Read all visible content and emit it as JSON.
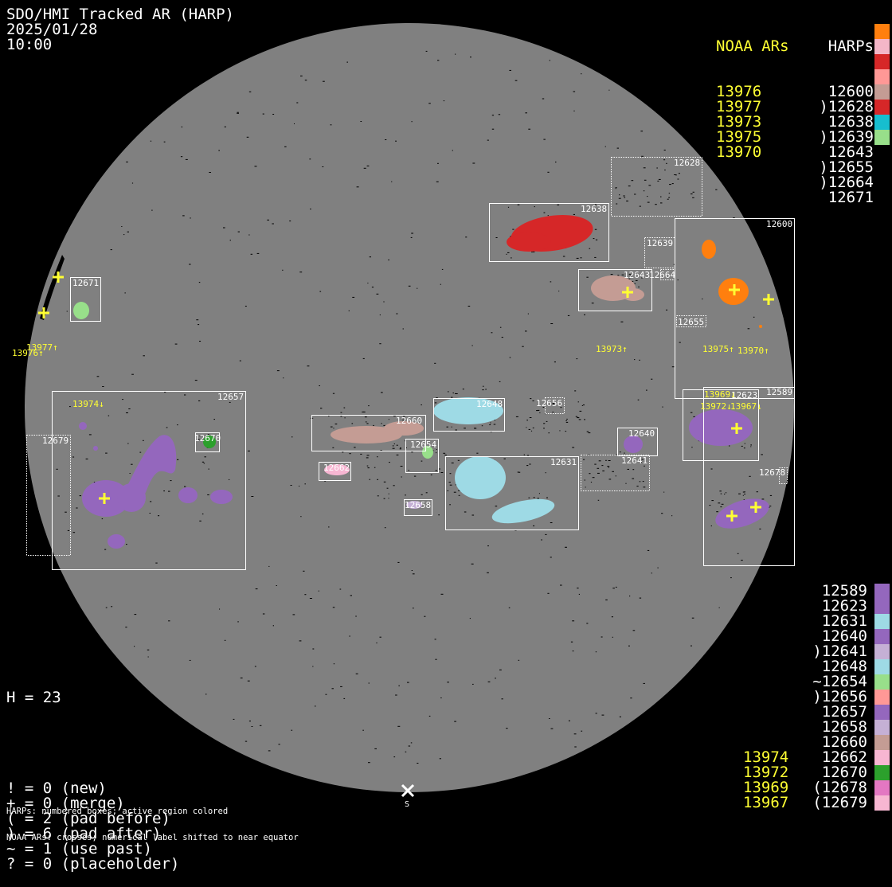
{
  "header": {
    "title": "SDO/HMI Tracked AR (HARP)",
    "date": "2025/01/28",
    "time": "10:00"
  },
  "legend_top": {
    "noaa_header": "NOAA ARs",
    "harp_header": "HARPs",
    "noaa": [
      "13976",
      "13977",
      "13973",
      "13975",
      "13970"
    ],
    "harps": [
      {
        "label": "12600",
        "color": "#ff7f0e"
      },
      {
        "label": ")12628",
        "color": "#f4b6c8"
      },
      {
        "label": "12638",
        "color": "#d62728"
      },
      {
        "label": ")12639",
        "color": "#ff9896"
      },
      {
        "label": "12643",
        "color": "#c49c94"
      },
      {
        "label": ")12655",
        "color": "#d62728"
      },
      {
        "label": ")12664",
        "color": "#17becf"
      },
      {
        "label": "12671",
        "color": "#98df8a"
      }
    ]
  },
  "legend_bottom": {
    "noaa": [
      "13974",
      "13972",
      "13969",
      "13967"
    ],
    "harps": [
      {
        "label": "12589",
        "color": "#9467bd"
      },
      {
        "label": "12623",
        "color": "#9467bd"
      },
      {
        "label": "12631",
        "color": "#9edae5"
      },
      {
        "label": "12640",
        "color": "#9467bd"
      },
      {
        "label": ")12641",
        "color": "#c5b0d5"
      },
      {
        "label": "12648",
        "color": "#9edae5"
      },
      {
        "label": "~12654",
        "color": "#98df8a"
      },
      {
        "label": ")12656",
        "color": "#ff9896"
      },
      {
        "label": "12657",
        "color": "#9467bd"
      },
      {
        "label": "12658",
        "color": "#c5b0d5"
      },
      {
        "label": "12660",
        "color": "#c49c94"
      },
      {
        "label": "12662",
        "color": "#f7b6d2"
      },
      {
        "label": "12670",
        "color": "#2ca02c"
      },
      {
        "label": "(12678",
        "color": "#e377c2"
      },
      {
        "label": "(12679",
        "color": "#f7b6d2"
      }
    ]
  },
  "stats": {
    "h": "H = 23",
    "lines": [
      "! = 0 (new)",
      "+ = 0 (merge)",
      "( = 2 (pad before)",
      ") = 6 (pad after)",
      "~ = 1 (use past)",
      "? = 0 (placeholder)"
    ]
  },
  "footer": {
    "line1": "HARPs: numbered boxes; active region colored",
    "line2": "NOAA ARs: crosses; numerical label shifted to near equator"
  },
  "south_marker": "S",
  "disk": {
    "harp_labels": {
      "b12628": "12628",
      "b12638": "12638",
      "b12600": "12600",
      "b12639": "12639",
      "b12643": "12643",
      "b12664": "12664",
      "b12655": "12655",
      "b12671": "12671",
      "b12657": "12657",
      "b12679": "12679",
      "b12670": "12670",
      "b12660": "12660",
      "b12648": "12648",
      "b12656": "12656",
      "b12654": "12654",
      "b12662": "12662",
      "b12658": "12658",
      "b12631": "12631",
      "b12641": "12641",
      "b12640": "12640",
      "b12623": "12623",
      "b12589": "12589",
      "b12678": "12678"
    },
    "noaa_labels": {
      "n13977": "13977↑",
      "n13976": "13976↑",
      "n13973": "13973↑",
      "n13975": "13975↑",
      "n13970": "13970↑",
      "n13974": "13974↓",
      "n13969": "13969↓",
      "n13972": "13972↓",
      "n13967": "13967↓"
    }
  }
}
